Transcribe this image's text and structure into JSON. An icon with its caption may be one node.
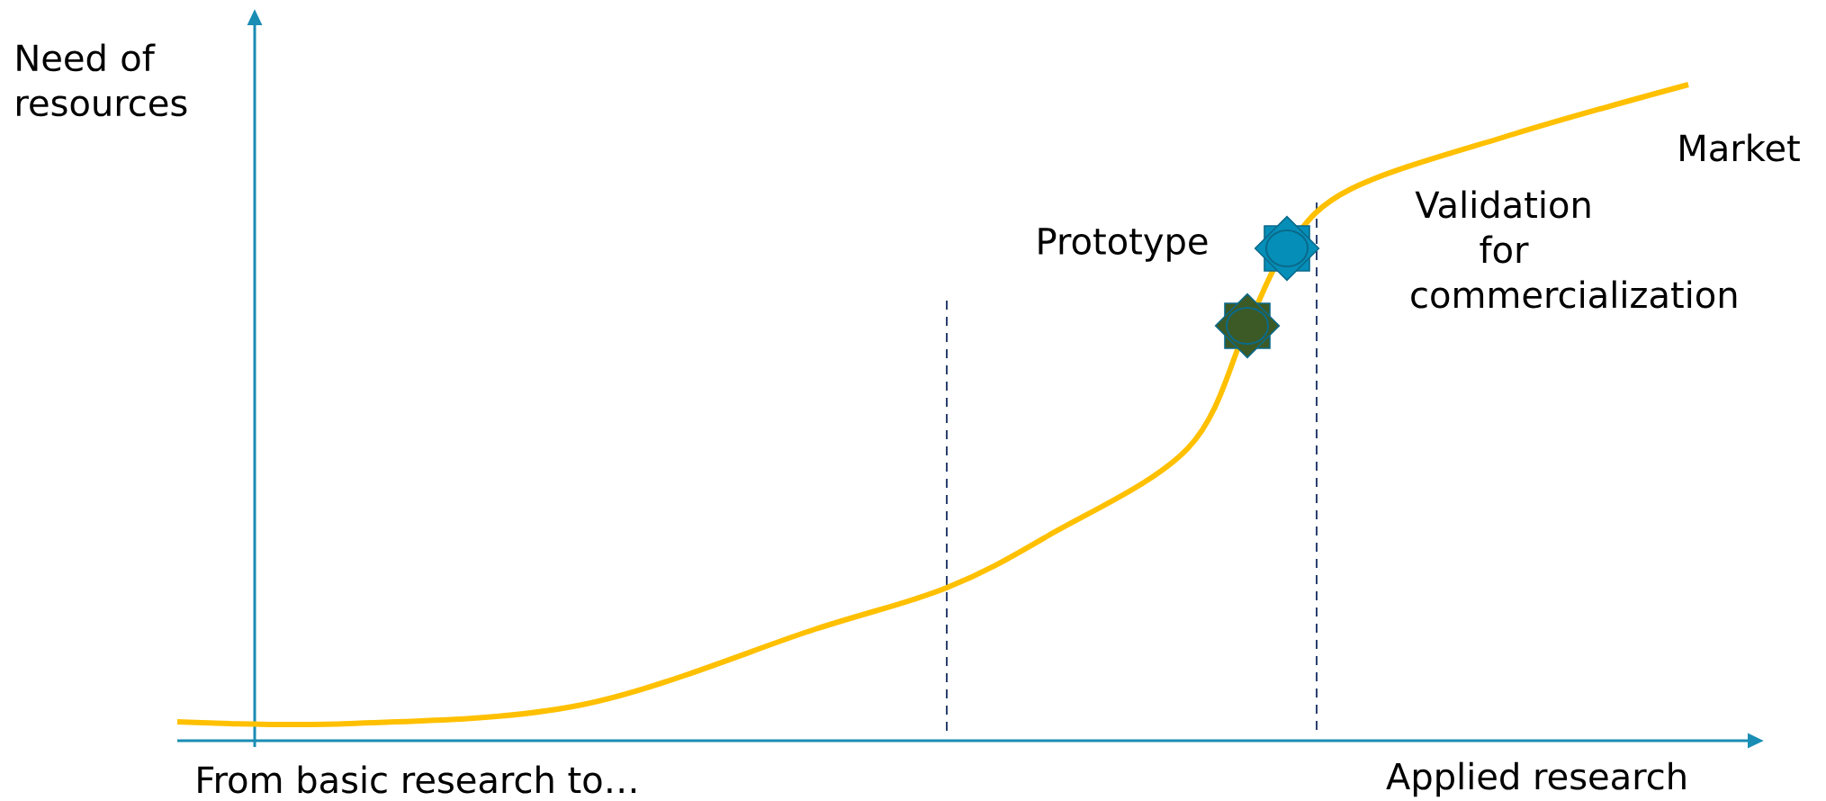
{
  "diagram": {
    "labels": [
      "Need of resources",
      "Market",
      "Prototype",
      "Validation for commercialization",
      "From basic research to…",
      "Applied research"
    ]
  }
}
